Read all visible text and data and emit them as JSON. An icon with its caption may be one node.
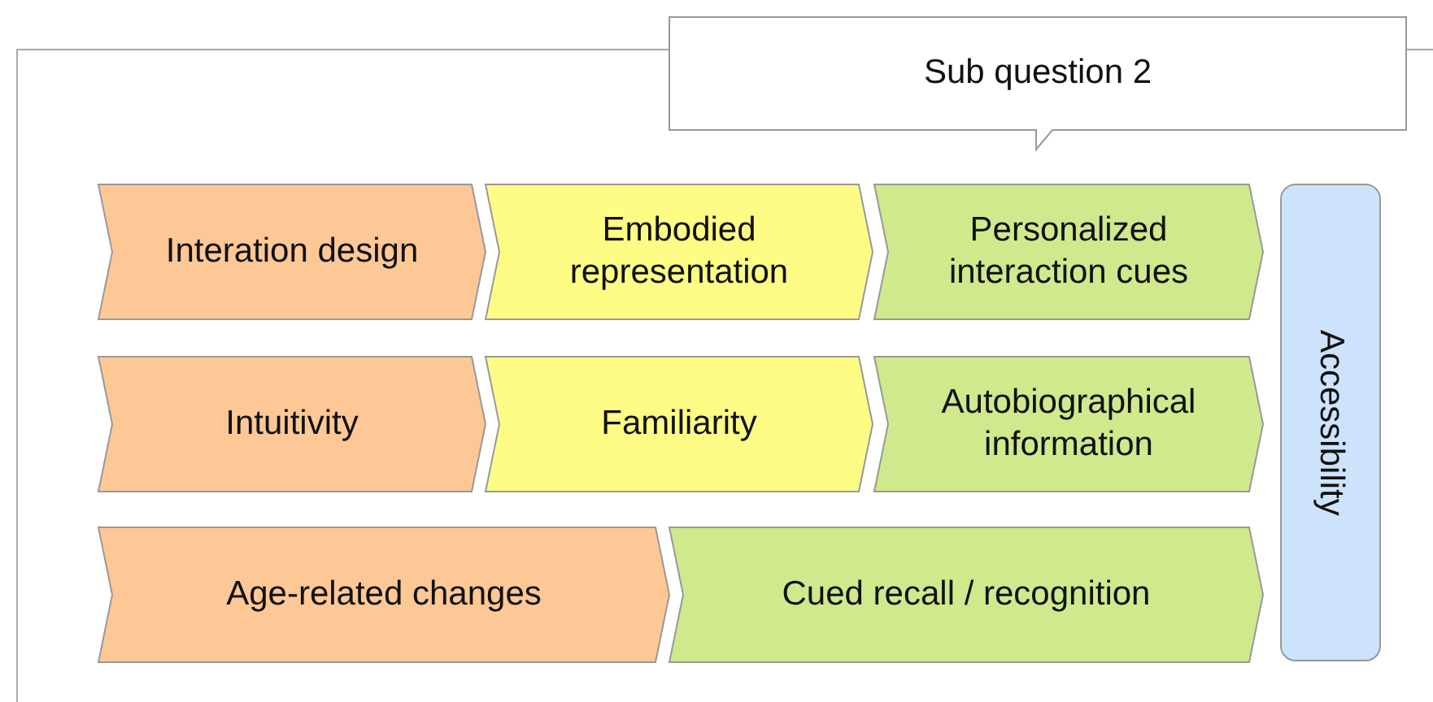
{
  "diagram": {
    "nodes": [
      {
        "text": [
          "Sub question 2"
        ]
      },
      {
        "text": [
          "Interation design"
        ]
      },
      {
        "text": [
          "Embodied representation"
        ]
      },
      {
        "text": [
          "Personalized interaction cues"
        ]
      },
      {
        "text": [
          "Intuitivity"
        ]
      },
      {
        "text": [
          "Familiarity"
        ]
      },
      {
        "text": [
          "Autobiographical information"
        ]
      },
      {
        "text": [
          "Age-related changes"
        ]
      },
      {
        "text": [
          "Cued recall / recognition"
        ]
      },
      {
        "text": [
          "Accessibility"
        ]
      }
    ]
  }
}
